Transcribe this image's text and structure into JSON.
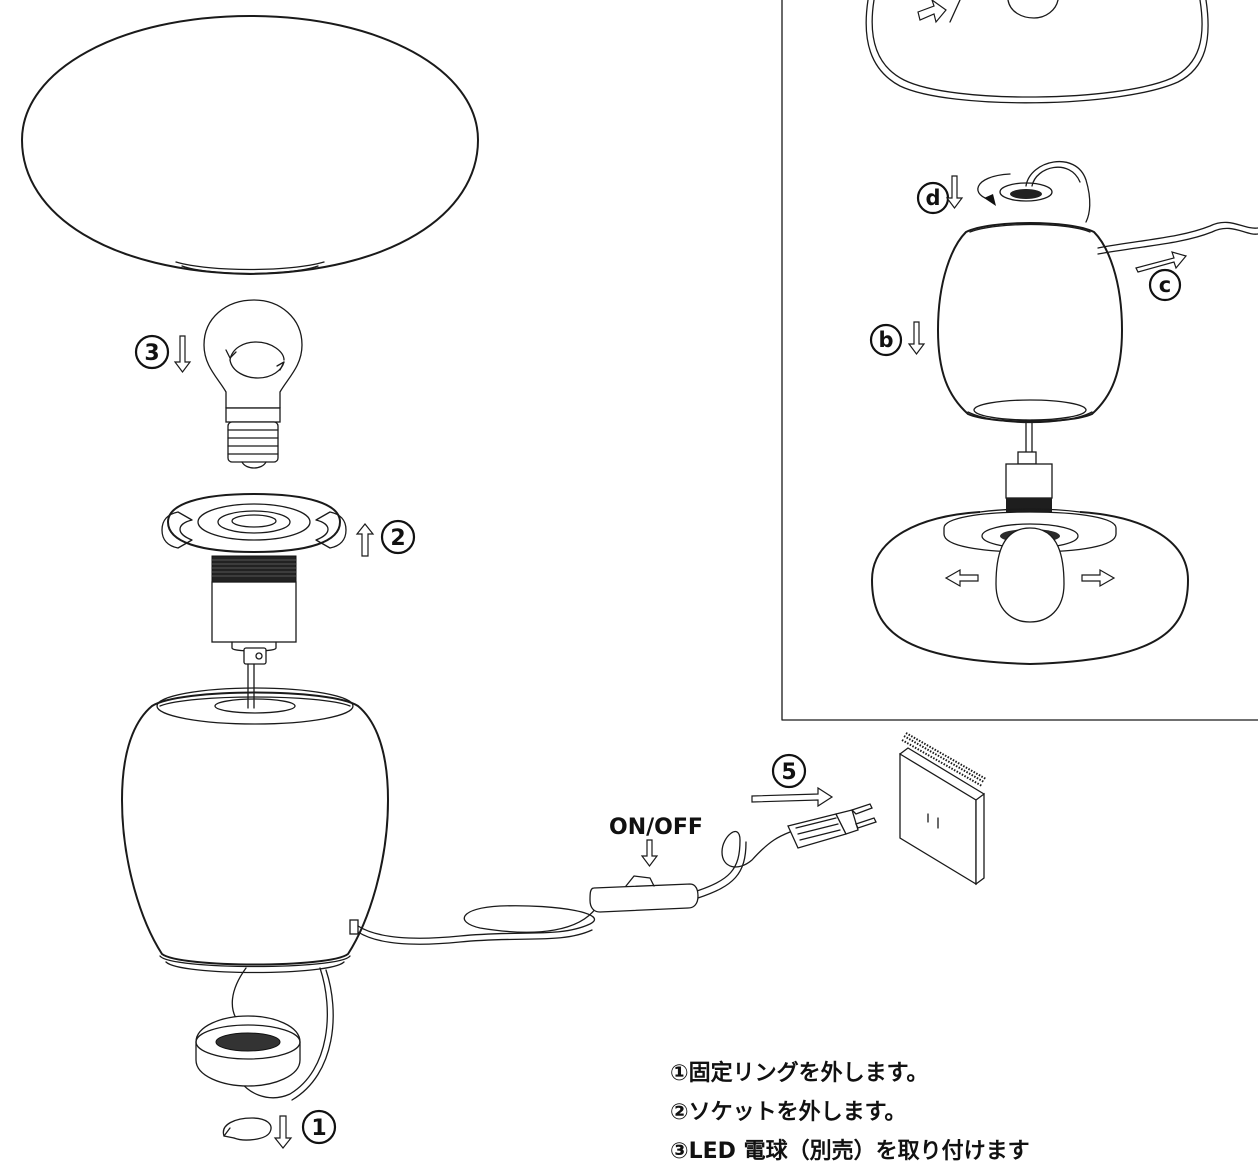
{
  "labels": {
    "switch": "ON/OFF",
    "steps": [
      "1",
      "2",
      "3",
      "5"
    ],
    "detail_steps": [
      "b",
      "c",
      "d"
    ]
  },
  "instructions": [
    "①固定リングを外します。",
    "②ソケットを外します。",
    "③LED 電球（別売）を取り付けます"
  ]
}
